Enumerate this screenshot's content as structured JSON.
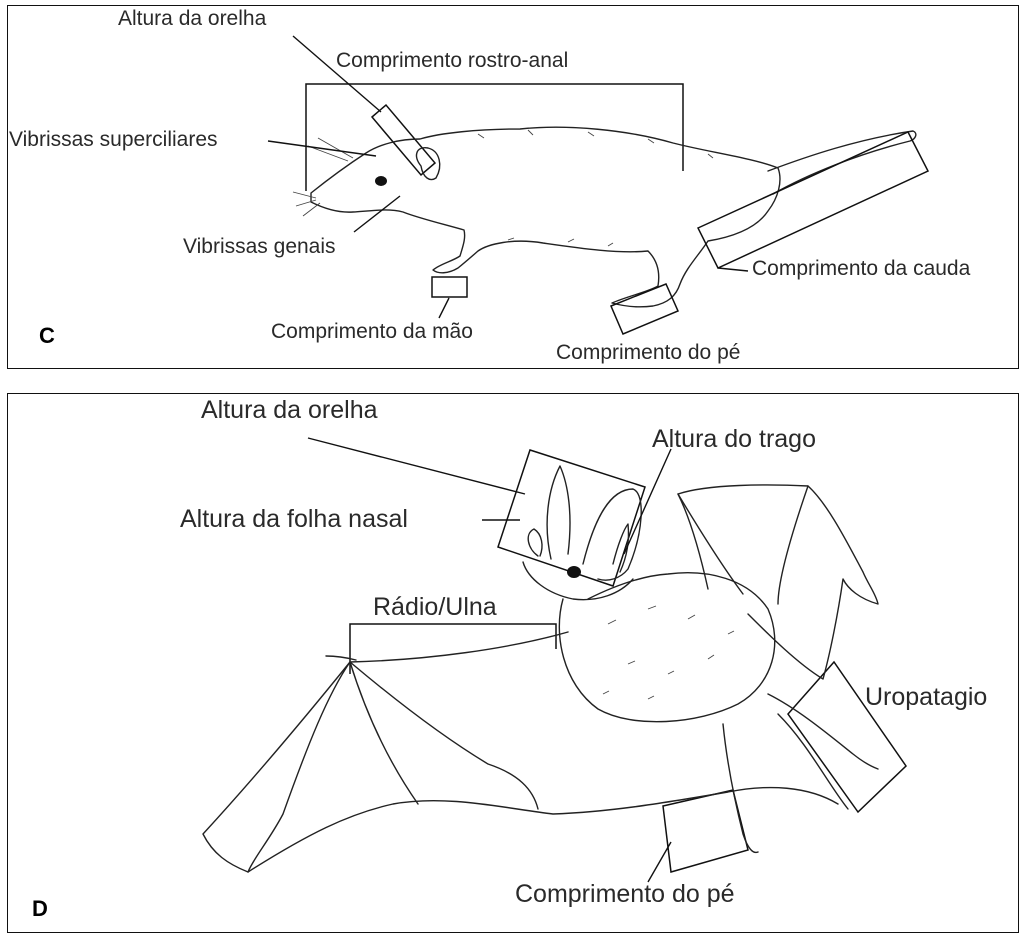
{
  "panel_c": {
    "letter": "C",
    "labels": {
      "ear_height": "Altura da orelha",
      "head_body_length": "Comprimento rostro-anal",
      "superciliary_vibrissae": "Vibrissas superciliares",
      "genal_vibrissae": "Vibrissas genais",
      "tail_length": "Comprimento da cauda",
      "hand_length": "Comprimento da mão",
      "foot_length": "Comprimento do pé"
    }
  },
  "panel_d": {
    "letter": "D",
    "labels": {
      "ear_height": "Altura da orelha",
      "tragus_height": "Altura do trago",
      "noseleaf_height": "Altura da folha nasal",
      "radius_ulna": "Rádio/Ulna",
      "uropatagium": "Uropatagio",
      "foot_length": "Comprimento do pé"
    }
  }
}
